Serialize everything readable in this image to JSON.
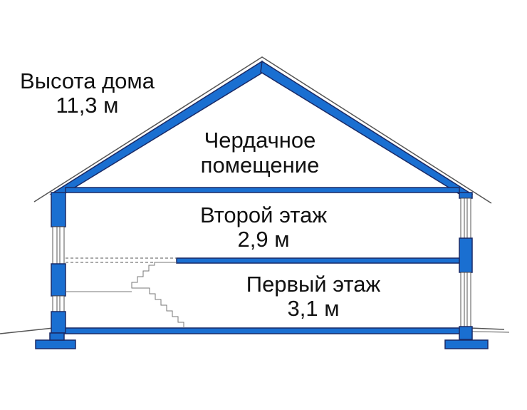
{
  "height": {
    "title": "Высота дома",
    "value": "11,3 м"
  },
  "attic": {
    "line1": "Чердачное",
    "line2": "помещение"
  },
  "second_floor": {
    "name": "Второй этаж",
    "height": "2,9 м"
  },
  "first_floor": {
    "name": "Первый этаж",
    "height": "3,1 м"
  },
  "colors": {
    "structure": "#1a6fd1",
    "outline": "#1a2a66",
    "line": "#555555"
  }
}
